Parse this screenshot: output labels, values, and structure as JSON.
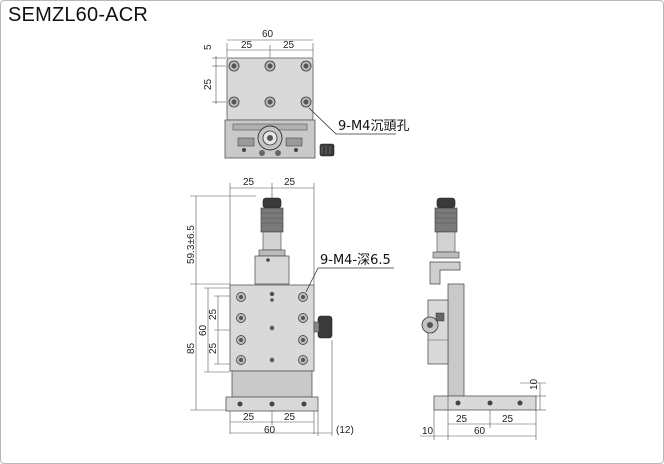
{
  "title": "SEMZL60-ACR",
  "top_view": {
    "width_total": "60",
    "half_left": "25",
    "half_right": "25",
    "edge_offset": "5",
    "hole_pitch": "25",
    "callout": "9-M4沉頭孔"
  },
  "front_view": {
    "top_left": "25",
    "top_right": "25",
    "micrometer_range": "59.3±6.5",
    "height_total": "85",
    "stage_height": "60",
    "pitch_upper": "25",
    "pitch_lower": "25",
    "callout": "9-M4-深6.5",
    "bottom_left": "25",
    "bottom_right": "25",
    "bottom_total": "60",
    "knob_offset": "(12)"
  },
  "side_view": {
    "base_height": "10",
    "left_offset": "10",
    "pitch_left": "25",
    "pitch_right": "25",
    "base_total": "60"
  }
}
